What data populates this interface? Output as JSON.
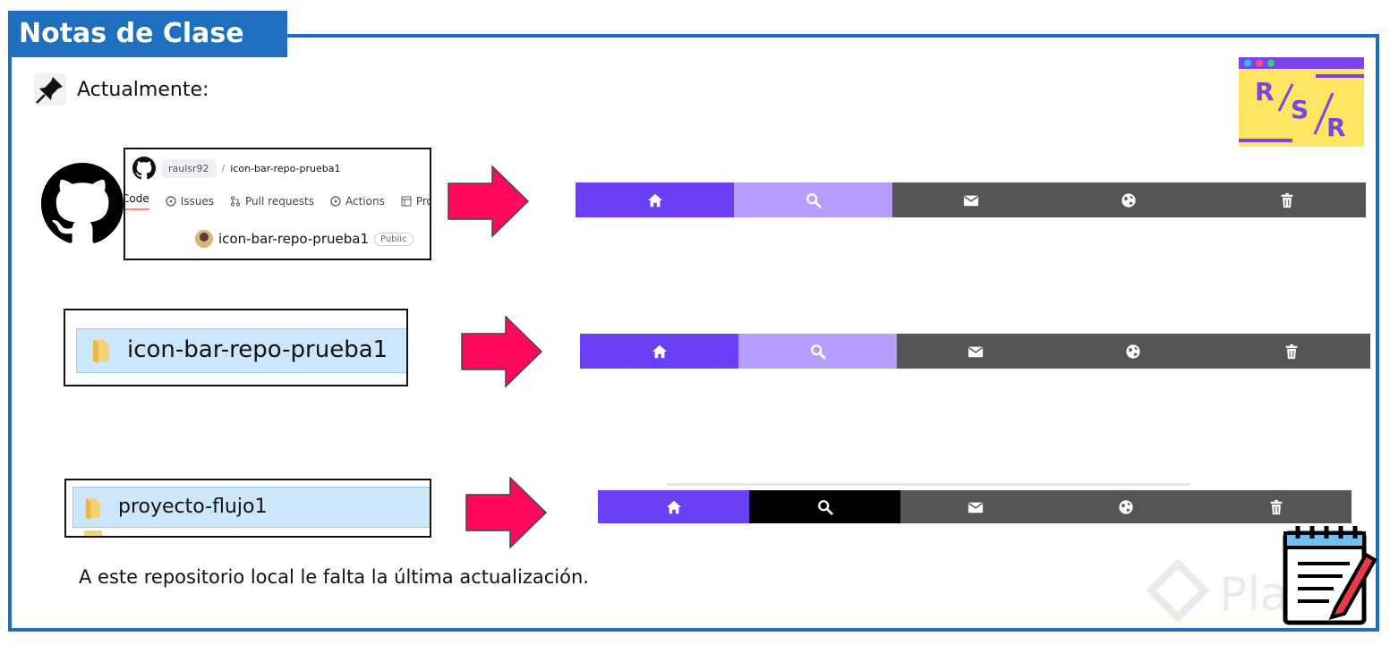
{
  "header": {
    "title": "Notas de Clase"
  },
  "intro": {
    "text": "Actualmente:"
  },
  "github_card": {
    "owner": "raulsr92",
    "separator": "/",
    "repo_top": "icon-bar-repo-prueba1",
    "tabs": [
      "Code",
      "Issues",
      "Pull requests",
      "Actions",
      "Projects"
    ],
    "repo_name": "icon-bar-repo-prueba1",
    "visibility": "Public"
  },
  "folders": [
    {
      "name": "icon-bar-repo-prueba1"
    },
    {
      "name": "proyecto-flujo1"
    }
  ],
  "icon_bars": [
    {
      "segments": [
        {
          "icon": "home-icon",
          "color": "#6a3ff5"
        },
        {
          "icon": "search-icon",
          "color": "#b49dfc"
        },
        {
          "icon": "envelope-icon",
          "color": "#555555"
        },
        {
          "icon": "globe-icon",
          "color": "#555555"
        },
        {
          "icon": "trash-icon",
          "color": "#555555"
        }
      ]
    },
    {
      "segments": [
        {
          "icon": "home-icon",
          "color": "#6a3ff5"
        },
        {
          "icon": "search-icon",
          "color": "#b49dfc"
        },
        {
          "icon": "envelope-icon",
          "color": "#555555"
        },
        {
          "icon": "globe-icon",
          "color": "#555555"
        },
        {
          "icon": "trash-icon",
          "color": "#555555"
        }
      ]
    },
    {
      "segments": [
        {
          "icon": "home-icon",
          "color": "#6a3ff5"
        },
        {
          "icon": "search-icon",
          "color": "#000000"
        },
        {
          "icon": "envelope-icon",
          "color": "#555555"
        },
        {
          "icon": "globe-icon",
          "color": "#555555"
        },
        {
          "icon": "trash-icon",
          "color": "#555555"
        }
      ]
    }
  ],
  "note": {
    "text": "A este repositorio local le falta la última actualización."
  },
  "logo": {
    "letters": [
      "R",
      "S",
      "R"
    ]
  },
  "watermark": {
    "text": "Platzi"
  },
  "colors": {
    "frame": "#1f6fbf",
    "arrow": "#ff0a5a",
    "accent_purple": "#6a3ff5"
  }
}
